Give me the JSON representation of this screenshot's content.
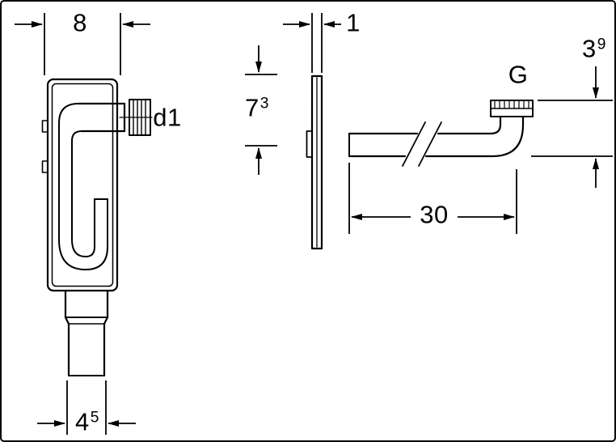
{
  "figure": {
    "type": "technical-drawing",
    "description": "Dimensioned two-view drawing of a wall trap with outlet pipe",
    "line_color": "#000000",
    "background": "#ffffff",
    "views": {
      "front_view": {
        "name": "trap front view",
        "dimensions": {
          "top_width": "8",
          "outlet_thread": "d1",
          "bottom_width": {
            "base": "4",
            "sup": "5"
          }
        }
      },
      "side_view": {
        "name": "trap side view with cover plate and outlet pipe",
        "dimensions": {
          "plate_thickness": "1",
          "plate_top_to_outlet": {
            "base": "7",
            "sup": "3"
          },
          "connection_thread": "G",
          "elbow_height": {
            "base": "3",
            "sup": "9"
          },
          "pipe_length": "30"
        }
      }
    }
  }
}
